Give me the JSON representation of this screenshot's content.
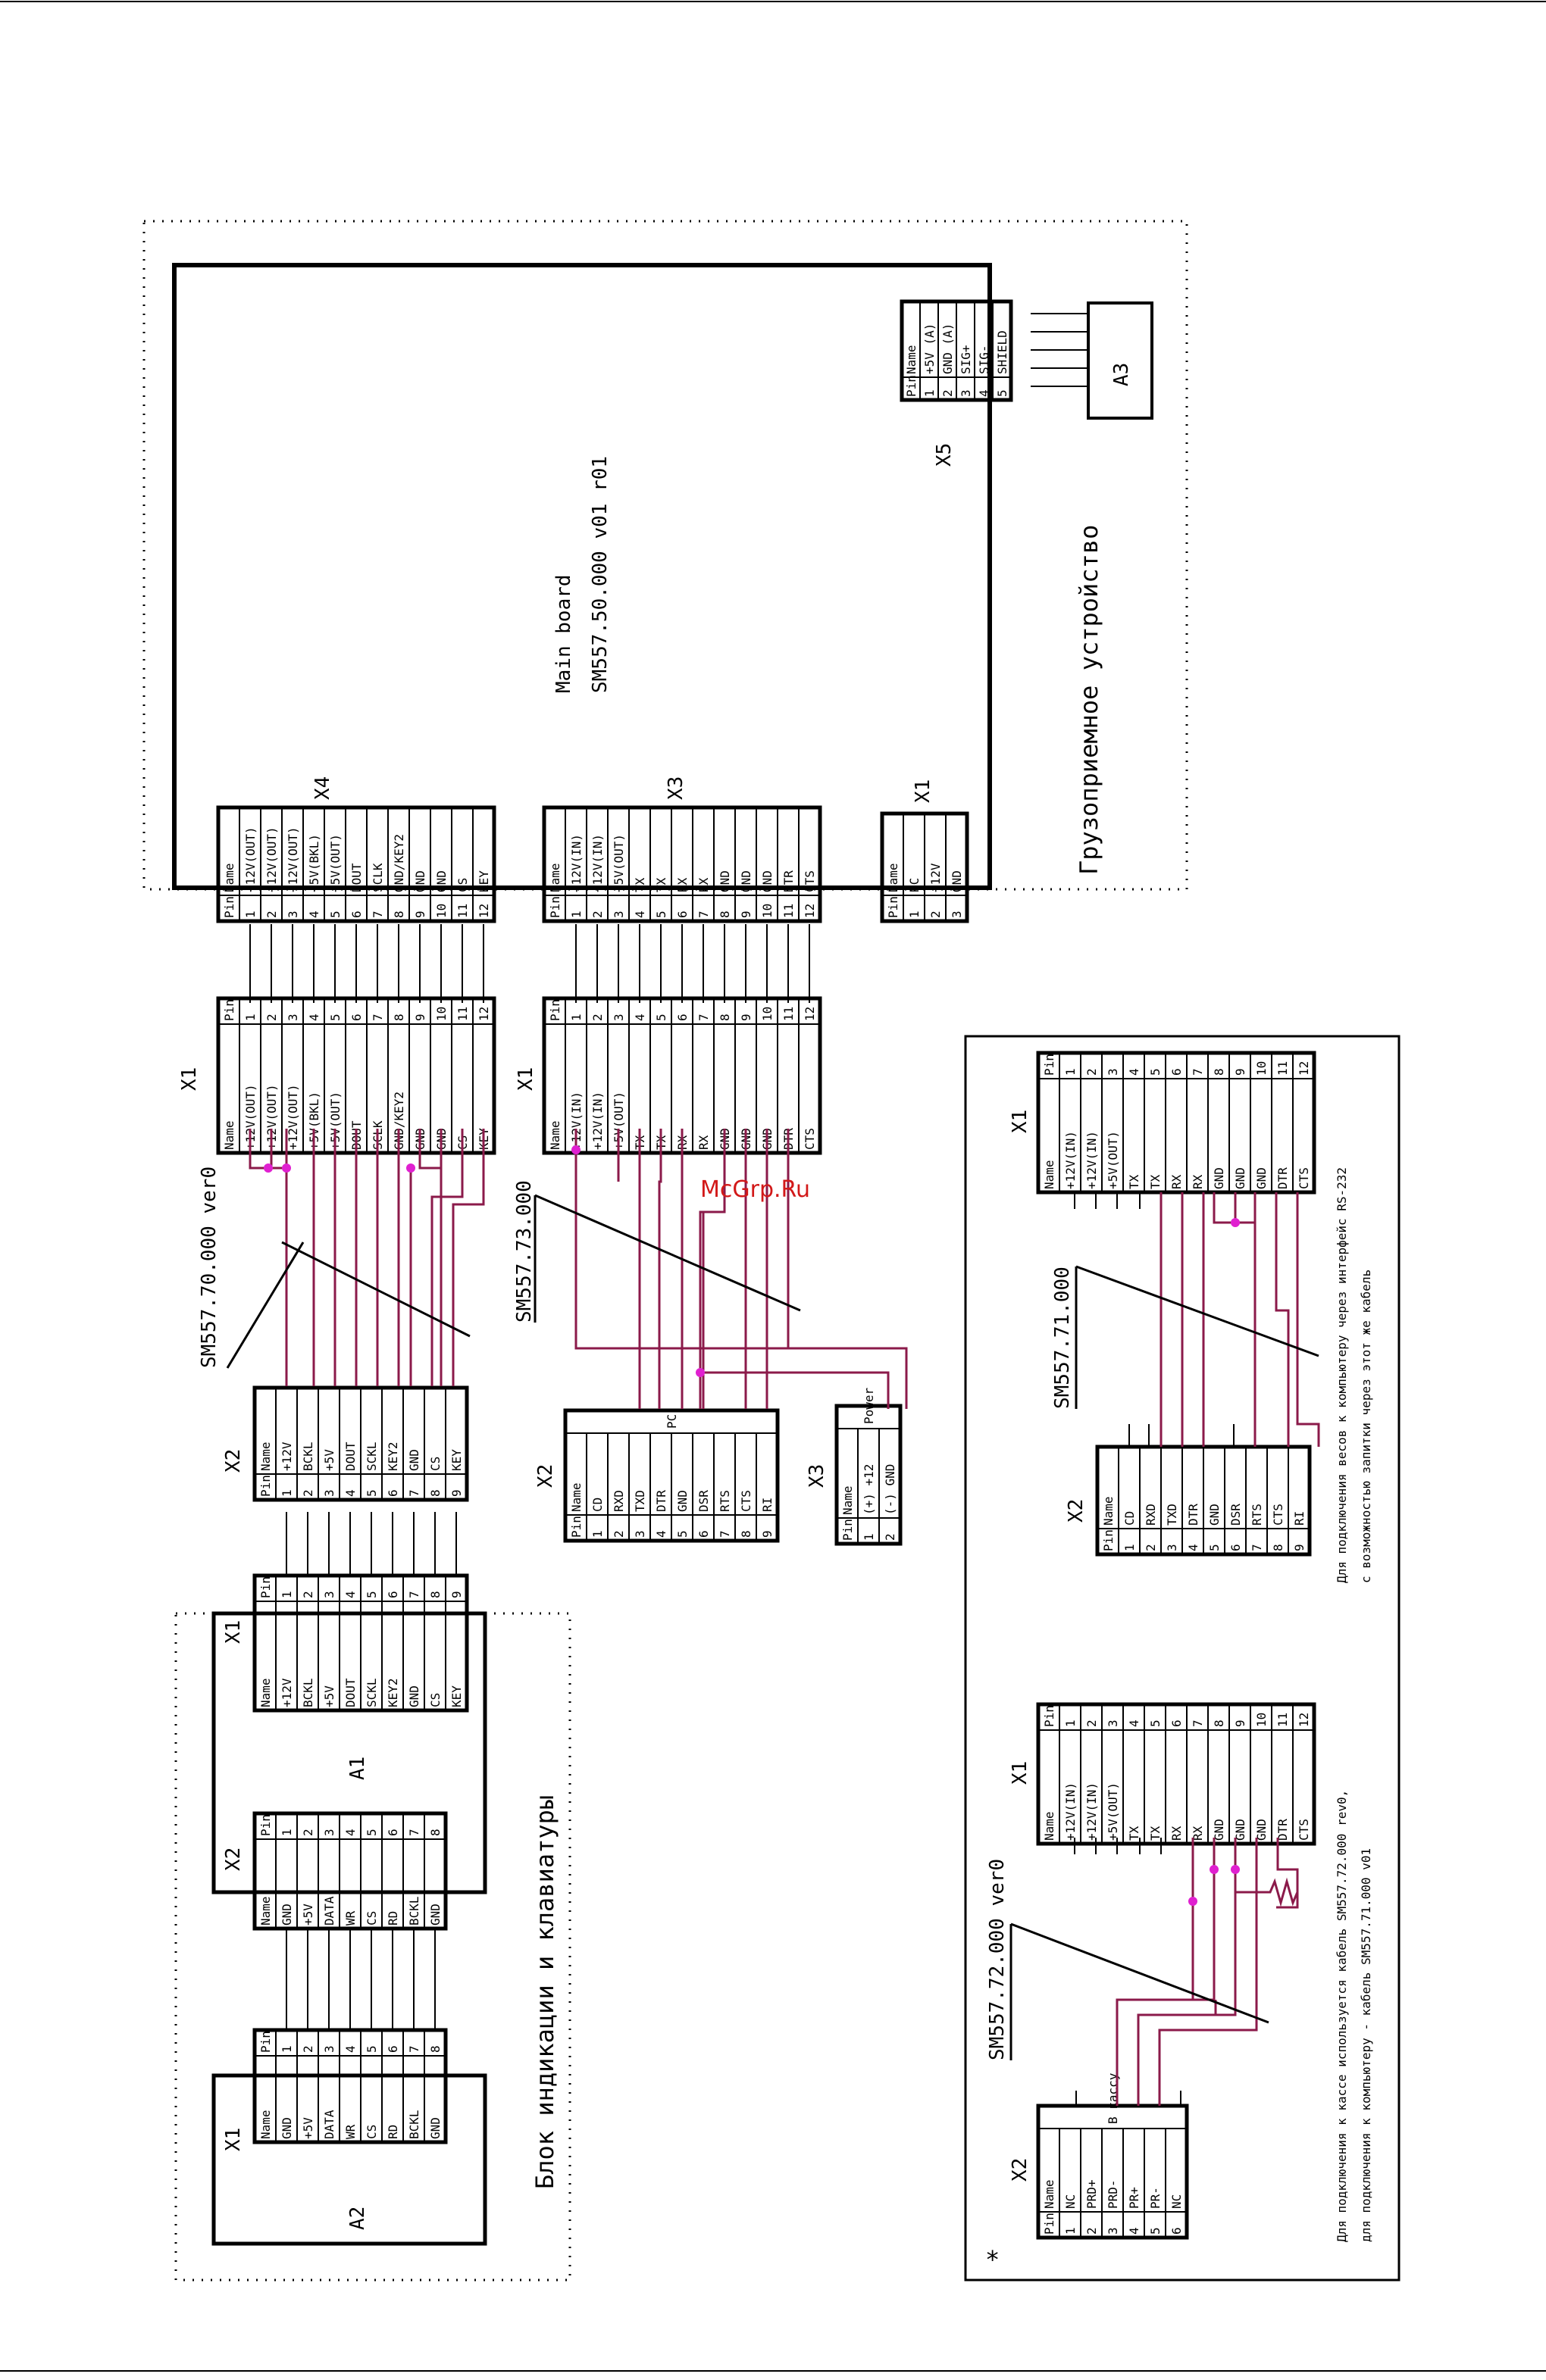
{
  "main_board": {
    "line1": "Main board",
    "line2": "SM557.50.000 v01 r01"
  },
  "weighing_device_label": "Грузоприемное устройство",
  "keyboard_block_label": "Блок индикации и клавиатуры",
  "watermark": "McGrp.Ru",
  "asterisk": "*",
  "cables": {
    "c70": "SM557.70.000 ver0",
    "c73": "SM557.73.000",
    "c71": "SM557.71.000",
    "c72": "SM557.72.000 ver0"
  },
  "notes": {
    "right_1": "Для подключения весов к компьютеру через интерфейс RS-232",
    "right_2": "с возможностью запитки через этот же кабель",
    "left_1": "Для подключения к кассе используется кабель SM557.72.000 rev0,",
    "left_2": "для подключения к компьютеру - кабель SM557.71.000 v01"
  },
  "connectors": {
    "x5": {
      "label": "X5",
      "header": [
        "Pin",
        "Name"
      ],
      "pins": [
        "1",
        "2",
        "3",
        "4",
        "5"
      ],
      "names": [
        "+5V (A)",
        "GND (A)",
        "SIG+",
        "SIG-",
        "SHIELD"
      ]
    },
    "a3": {
      "label": "A3"
    },
    "mb_x4": {
      "label": "X4",
      "header": [
        "Pin",
        "Name"
      ],
      "pins": [
        "1",
        "2",
        "3",
        "4",
        "5",
        "6",
        "7",
        "8",
        "9",
        "10",
        "11",
        "12"
      ],
      "names": [
        "+12V(OUT)",
        "+12V(OUT)",
        "+12V(OUT)",
        "+5V(BKL)",
        "+5V(OUT)",
        "DOUT",
        "SCLK",
        "GND/KEY2",
        "GND",
        "GND",
        "CS",
        "KEY"
      ]
    },
    "mb_x3": {
      "label": "X3",
      "header": [
        "Pin",
        "Name"
      ],
      "pins": [
        "1",
        "2",
        "3",
        "4",
        "5",
        "6",
        "7",
        "8",
        "9",
        "10",
        "11",
        "12"
      ],
      "names": [
        "+12V(IN)",
        "+12V(IN)",
        "+5V(OUT)",
        "TX",
        "TX",
        "RX",
        "RX",
        "GND",
        "GND",
        "GND",
        "DTR",
        "CTS"
      ]
    },
    "mb_x1": {
      "label": "X1",
      "header": [
        "Pin",
        "Name"
      ],
      "pins": [
        "1",
        "2",
        "3"
      ],
      "names": [
        "NC",
        "+12V",
        "GND"
      ]
    },
    "c70_x1": {
      "label": "X1",
      "header": [
        "Pin",
        "Name"
      ],
      "pins": [
        "1",
        "2",
        "3",
        "4",
        "5",
        "6",
        "7",
        "8",
        "9",
        "10",
        "11",
        "12"
      ],
      "names": [
        "+12V(OUT)",
        "+12V(OUT)",
        "+12V(OUT)",
        "+5V(BKL)",
        "+5V(OUT)",
        "DOUT",
        "SCLK",
        "GND/KEY2",
        "GND",
        "GND",
        "CS",
        "KEY"
      ]
    },
    "c73_x1": {
      "label": "X1",
      "header": [
        "Pin",
        "Name"
      ],
      "pins": [
        "1",
        "2",
        "3",
        "4",
        "5",
        "6",
        "7",
        "8",
        "9",
        "10",
        "11",
        "12"
      ],
      "names": [
        "+12V(IN)",
        "+12V(IN)",
        "+5V(OUT)",
        "TX",
        "TX",
        "RX",
        "RX",
        "GND",
        "GND",
        "GND",
        "DTR",
        "CTS"
      ]
    },
    "c70_x2": {
      "label": "X2",
      "header": [
        "Pin",
        "Name"
      ],
      "pins": [
        "1",
        "2",
        "3",
        "4",
        "5",
        "6",
        "7",
        "8",
        "9"
      ],
      "names": [
        "+12V",
        "BCKL",
        "+5V",
        "DOUT",
        "SCKL",
        "KEY2",
        "GND",
        "CS",
        "KEY"
      ]
    },
    "c73_x2": {
      "label": "X2",
      "title": "PC",
      "header": [
        "Pin",
        "Name"
      ],
      "pins": [
        "1",
        "2",
        "3",
        "4",
        "5",
        "6",
        "7",
        "8",
        "9"
      ],
      "names": [
        "CD",
        "RXD",
        "TXD",
        "DTR",
        "GND",
        "DSR",
        "RTS",
        "CTS",
        "RI"
      ]
    },
    "c73_x3": {
      "label": "X3",
      "title": "Power",
      "header": [
        "Pin",
        "Name"
      ],
      "pins": [
        "1",
        "2"
      ],
      "names": [
        "(+) +12",
        "(-) GND"
      ]
    },
    "a1_x1": {
      "label": "X1",
      "header": [
        "Pin",
        "Name"
      ],
      "pins": [
        "1",
        "2",
        "3",
        "4",
        "5",
        "6",
        "7",
        "8",
        "9"
      ],
      "names": [
        "+12V",
        "BCKL",
        "+5V",
        "DOUT",
        "SCKL",
        "KEY2",
        "GND",
        "CS",
        "KEY"
      ]
    },
    "a1_x2": {
      "label": "X2",
      "header": [
        "Pin",
        "Name"
      ],
      "pins": [
        "1",
        "2",
        "3",
        "4",
        "5",
        "6",
        "7",
        "8"
      ],
      "names": [
        "GND",
        "+5V",
        "DATA",
        "WR",
        "CS",
        "RD",
        "BCKL",
        "GND"
      ]
    },
    "a1": {
      "label": "A1"
    },
    "a2_x1": {
      "label": "X1",
      "header": [
        "Pin",
        "Name"
      ],
      "pins": [
        "1",
        "2",
        "3",
        "4",
        "5",
        "6",
        "7",
        "8"
      ],
      "names": [
        "GND",
        "+5V",
        "DATA",
        "WR",
        "CS",
        "RD",
        "BCKL",
        "GND"
      ]
    },
    "a2": {
      "label": "A2"
    },
    "c71_x1": {
      "label": "X1",
      "header": [
        "Pin",
        "Name"
      ],
      "pins": [
        "1",
        "2",
        "3",
        "4",
        "5",
        "6",
        "7",
        "8",
        "9",
        "10",
        "11",
        "12"
      ],
      "names": [
        "+12V(IN)",
        "+12V(IN)",
        "+5V(OUT)",
        "TX",
        "TX",
        "RX",
        "RX",
        "GND",
        "GND",
        "GND",
        "DTR",
        "CTS"
      ]
    },
    "c71_x2": {
      "label": "X2",
      "header": [
        "Pin",
        "Name"
      ],
      "pins": [
        "1",
        "2",
        "3",
        "4",
        "5",
        "6",
        "7",
        "8",
        "9"
      ],
      "names": [
        "CD",
        "RXD",
        "TXD",
        "DTR",
        "GND",
        "DSR",
        "RTS",
        "CTS",
        "RI"
      ]
    },
    "c72_x1": {
      "label": "X1",
      "header": [
        "Pin",
        "Name"
      ],
      "pins": [
        "1",
        "2",
        "3",
        "4",
        "5",
        "6",
        "7",
        "8",
        "9",
        "10",
        "11",
        "12"
      ],
      "names": [
        "+12V(IN)",
        "+12V(IN)",
        "+5V(OUT)",
        "TX",
        "TX",
        "RX",
        "RX",
        "GND",
        "GND",
        "GND",
        "DTR",
        "CTS"
      ]
    },
    "c72_x2": {
      "label": "X2",
      "title": "В кассу",
      "header": [
        "Pin",
        "Name"
      ],
      "pins": [
        "1",
        "2",
        "3",
        "4",
        "5",
        "6"
      ],
      "names": [
        "NC",
        "PRD+",
        "PRD-",
        "PR+",
        "PR-",
        "NC"
      ]
    }
  },
  "colors": {
    "line": "#000000",
    "wire": "#8b1a4a",
    "junction": "#e020d0",
    "watermark": "#d21919"
  }
}
